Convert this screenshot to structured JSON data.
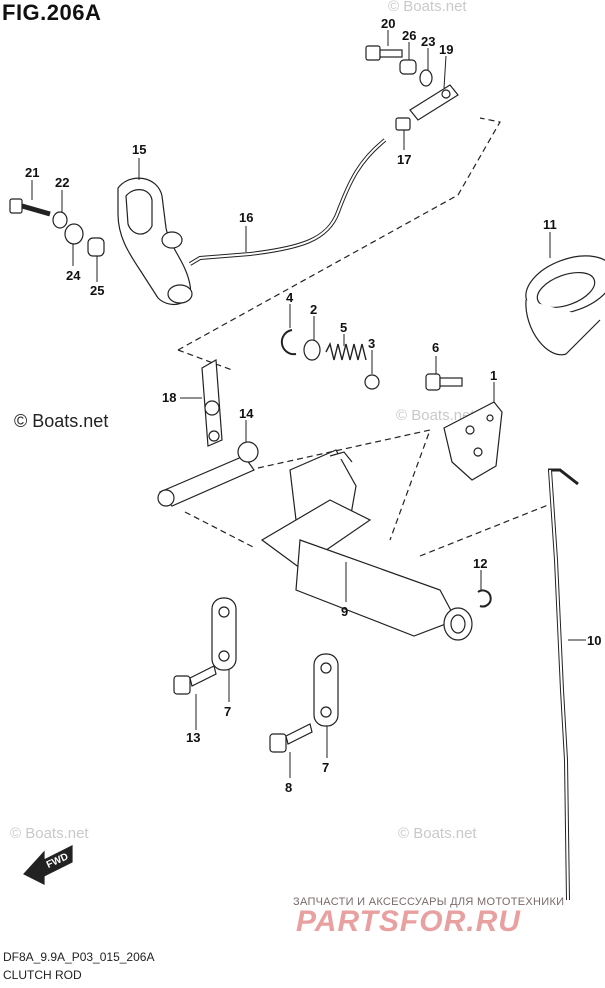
{
  "figure": {
    "title": "FIG.206A",
    "code": "DF8A_9.9A_P03_015_206A",
    "caption": "CLUTCH ROD"
  },
  "watermarks": {
    "boats_net": "© Boats.net",
    "shop_tagline": "ЗАПЧАСТИ И АКСЕССУАРЫ ДЛЯ МОТОТЕХНИКИ",
    "shop_logo": "PARTSFOR.RU"
  },
  "fwd_label": "FWD",
  "callouts": {
    "c1": "1",
    "c2": "2",
    "c3": "3",
    "c4": "4",
    "c5": "5",
    "c6": "6",
    "c7a": "7",
    "c7b": "7",
    "c8": "8",
    "c9": "9",
    "c10": "10",
    "c11": "11",
    "c12": "12",
    "c13": "13",
    "c14": "14",
    "c15": "15",
    "c16": "16",
    "c17": "17",
    "c18": "18",
    "c19": "19",
    "c20": "20",
    "c21": "21",
    "c22": "22",
    "c23": "23",
    "c24": "24",
    "c25": "25",
    "c26": "26"
  }
}
